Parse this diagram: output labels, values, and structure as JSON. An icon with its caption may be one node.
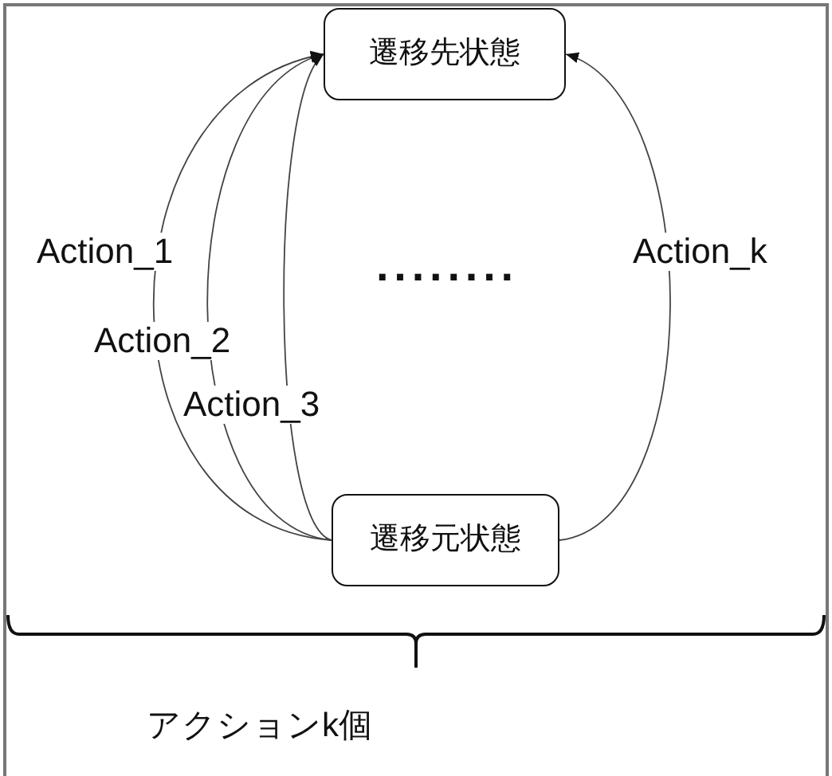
{
  "diagram": {
    "nodes": [
      {
        "text": [
          "遷移先状態"
        ]
      },
      {
        "text": [
          "遷移元状態"
        ]
      }
    ],
    "edges": [
      {
        "from": 1,
        "to": 0,
        "arrow": "to",
        "label": "Action_1"
      },
      {
        "from": 1,
        "to": 0,
        "arrow": "to",
        "label": "Action_2"
      },
      {
        "from": 1,
        "to": 0,
        "arrow": "to",
        "label": "Action_3"
      },
      {
        "from": 1,
        "to": 0,
        "arrow": "to",
        "label": "Action_k"
      }
    ],
    "labels": [
      "........",
      "アクションk個"
    ]
  }
}
